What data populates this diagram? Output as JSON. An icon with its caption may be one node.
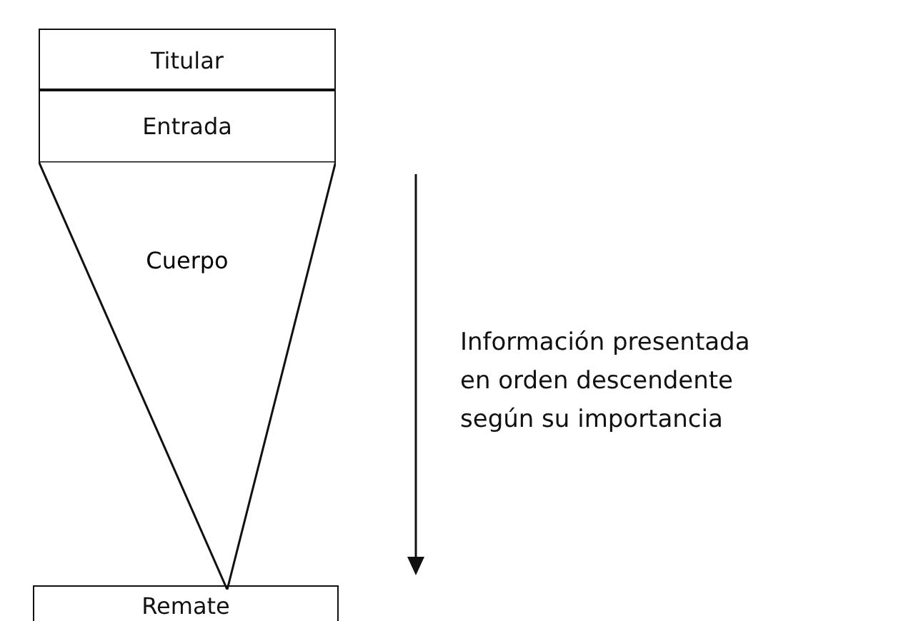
{
  "diagram": {
    "nodes": [
      {
        "text": [
          "Titular"
        ]
      },
      {
        "text": [
          "Entrada"
        ]
      },
      {
        "text": [
          "Cuerpo"
        ]
      },
      {
        "text": [
          "Remate"
        ]
      }
    ],
    "edges": [],
    "labels": [
      "Información presentada en orden descendente según su importancia"
    ]
  }
}
